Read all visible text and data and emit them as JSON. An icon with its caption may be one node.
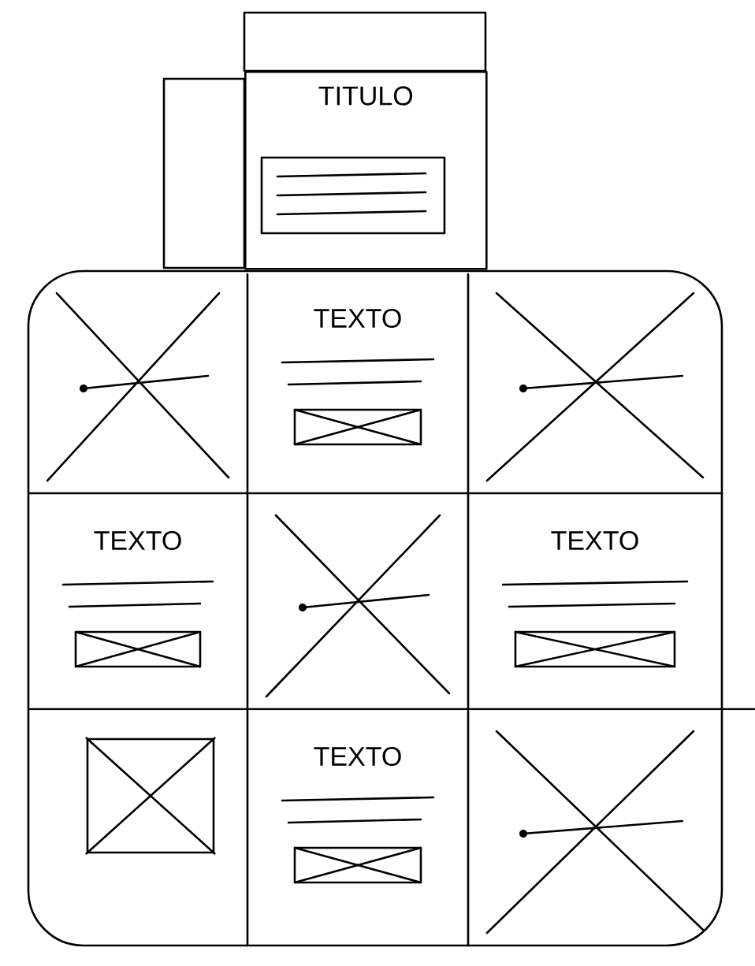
{
  "diagram": {
    "nodes": [
      {
        "text": [
          "TITULO"
        ]
      },
      {
        "text": [],
        "shape": "box"
      },
      {
        "text": [],
        "shape": "box",
        "in": 1
      },
      {
        "text": [
          "TEXTO"
        ],
        "in": 1
      },
      {
        "text": [],
        "shape": "box",
        "in": 1
      },
      {
        "text": [
          "TEXTO"
        ],
        "in": 1
      },
      {
        "text": [],
        "shape": "box",
        "in": 1
      },
      {
        "text": [
          "TEXTO"
        ],
        "in": 1
      },
      {
        "text": [],
        "shape": "box",
        "in": 1
      },
      {
        "text": [
          "TEXTO"
        ],
        "in": 1
      },
      {
        "text": [],
        "shape": "box",
        "in": 1
      }
    ]
  }
}
